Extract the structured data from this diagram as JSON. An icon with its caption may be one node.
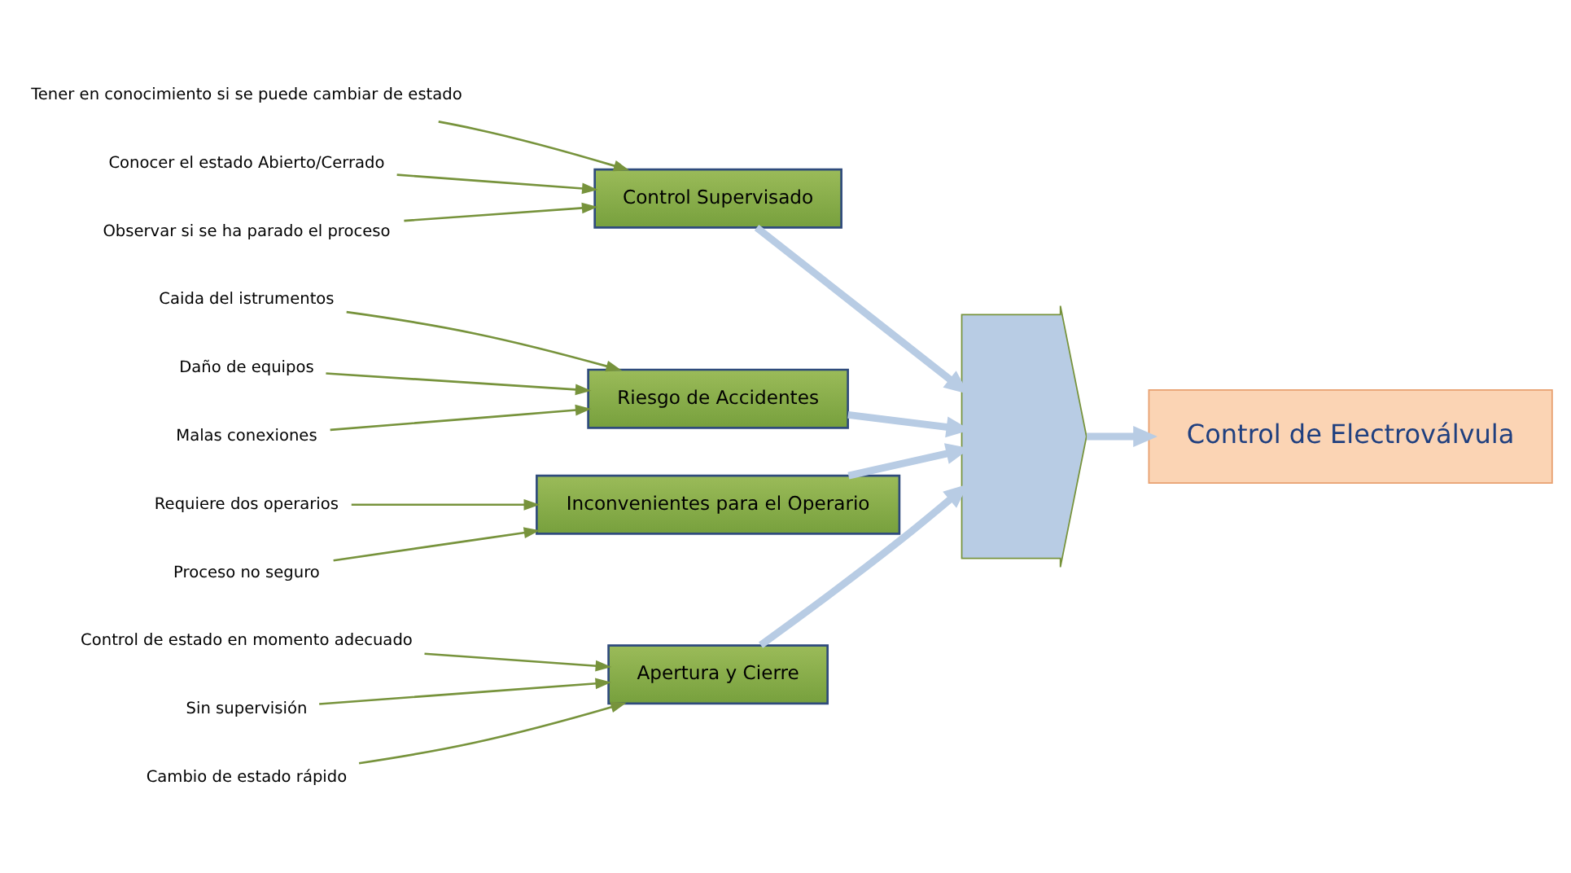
{
  "diagram": {
    "nodes": [
      {
        "text": [
          "Apertura y Cierre"
        ]
      },
      {
        "text": [
          "Control Supervisado"
        ]
      },
      {
        "text": [
          "Control de estado en momento adecuado"
        ]
      },
      {
        "text": [
          "Sin supervisión"
        ]
      },
      {
        "text": [
          "Cambio de estado rápido"
        ]
      },
      {
        "text": [
          "Tener en conocimiento si se puede cambiar de estado"
        ]
      },
      {
        "text": [
          "Conocer el estado Abierto/Cerrado"
        ]
      },
      {
        "text": [
          "Observar si se ha parado el proceso"
        ]
      },
      {
        "text": [],
        "shape": "arrow"
      },
      {
        "text": [
          "Control de Electroválvula"
        ]
      },
      {
        "text": [
          "Caida del istrumentos"
        ]
      },
      {
        "text": [
          "Requiere dos operarios"
        ]
      },
      {
        "text": [
          "Daño de equipos"
        ]
      },
      {
        "text": [
          "Malas conexiones"
        ]
      },
      {
        "text": [
          "Proceso no seguro"
        ]
      },
      {
        "text": [
          "Riesgo de Accidentes"
        ]
      },
      {
        "text": [
          "Inconvenientes para el Operario"
        ]
      }
    ],
    "edges": [
      {
        "from": 2,
        "to": 0,
        "arrow": "to"
      },
      {
        "from": 3,
        "to": 0,
        "arrow": "to"
      },
      {
        "from": 4,
        "to": 0,
        "arrow": "to"
      },
      {
        "from": 5,
        "to": 1,
        "arrow": "to"
      },
      {
        "from": 6,
        "to": 1,
        "arrow": "to"
      },
      {
        "from": 7,
        "to": 1,
        "arrow": "to"
      },
      {
        "from": 0,
        "to": 8,
        "arrow": "to",
        "style": "thick",
        "color": "#b8cce4"
      },
      {
        "from": 1,
        "to": 8,
        "arrow": "to",
        "style": "thick",
        "color": "#b8cce4"
      },
      {
        "from": 8,
        "to": 9,
        "arrow": "to",
        "style": "thick",
        "color": "#b8cce4"
      },
      {
        "from": 10,
        "to": 15,
        "arrow": "to"
      },
      {
        "from": 11,
        "to": 16,
        "arrow": "to"
      },
      {
        "from": 12,
        "to": 15,
        "arrow": "to"
      },
      {
        "from": 13,
        "to": 15,
        "arrow": "to"
      },
      {
        "from": 14,
        "to": 16,
        "arrow": "to"
      },
      {
        "from": 15,
        "to": 8,
        "arrow": "to",
        "style": "thick",
        "color": "#b8cce4"
      },
      {
        "from": 16,
        "to": 8,
        "arrow": "to",
        "style": "thick",
        "color": "#b8cce4"
      }
    ]
  }
}
